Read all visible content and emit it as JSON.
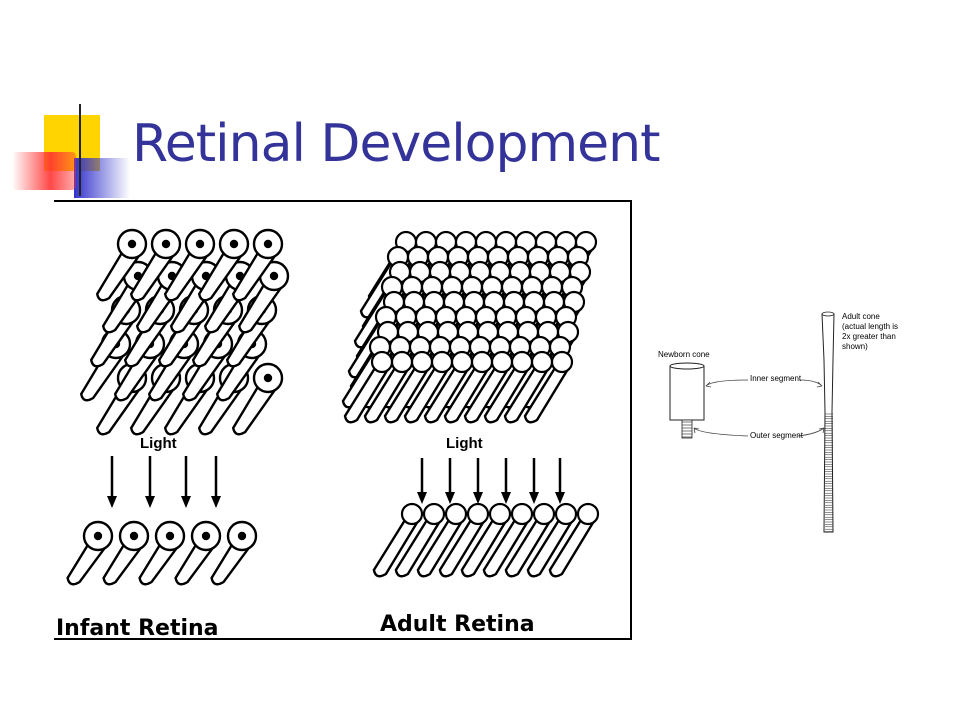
{
  "slide": {
    "title": "Retinal Development",
    "accent_colors": {
      "title": "#33339a",
      "yellow": "#ffd400",
      "blue": "#3333cc",
      "red": "#ff3333"
    }
  },
  "retina_figure": {
    "light_label_left": "Light",
    "light_label_right": "Light",
    "infant_caption": "Infant Retina",
    "adult_caption": "Adult Retina"
  },
  "cone_figure": {
    "newborn_label": "Newborn cone",
    "adult_label_lines": [
      "Adult cone",
      "(actual length is",
      "2x greater than",
      "shown)"
    ],
    "inner_segment_label": "Inner segment",
    "outer_segment_label": "Outer segment"
  }
}
